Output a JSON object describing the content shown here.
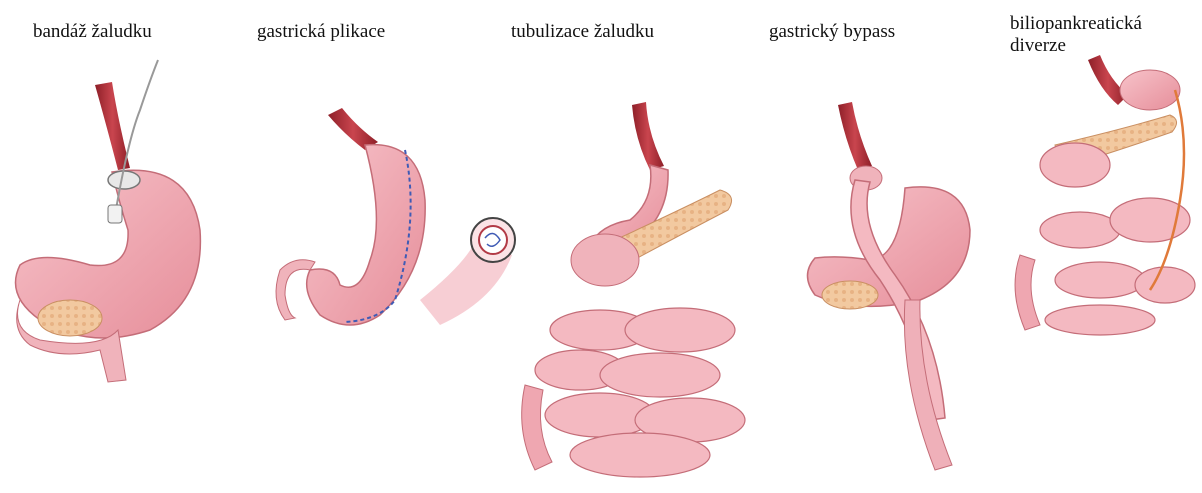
{
  "procedures": [
    {
      "id": "band",
      "label": "bandáž žaludku"
    },
    {
      "id": "plication",
      "label": "gastrická plikace"
    },
    {
      "id": "sleeve",
      "label": "tubulizace žaludku"
    },
    {
      "id": "bypass",
      "label": "gastrický bypass"
    },
    {
      "id": "bpd",
      "label": "biliopankreatická diverze"
    }
  ],
  "colors": {
    "stomach": "#f3a9b3",
    "stomach_dark": "#d97884",
    "esophagus": "#b8343d",
    "pancreas": "#f2c9a0",
    "suture": "#3f5bb5",
    "band": "#e8e8e8"
  }
}
